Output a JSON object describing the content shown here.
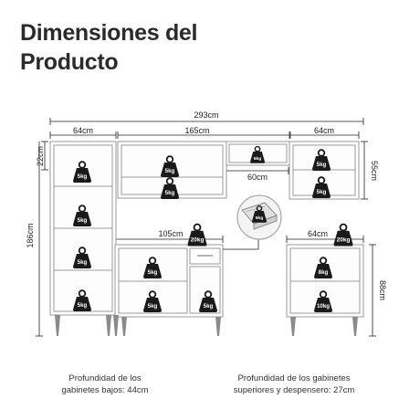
{
  "title": {
    "line1": "Dimensiones del",
    "line2": "Producto"
  },
  "dimensions": {
    "total_width": "293cm",
    "tall_width": "64cm",
    "upper_width": "165cm",
    "right_upper_width": "64cm",
    "upper_height": "22cm",
    "tall_height": "186cm",
    "right_upper_height": "55cm",
    "microwave_width": "60cm",
    "lower_width": "105cm",
    "right_lower_width": "64cm",
    "right_lower_height": "88cm"
  },
  "weights": {
    "tall_1": "5kg",
    "tall_2": "5kg",
    "tall_3": "5kg",
    "tall_4": "5kg",
    "upper_1": "5kg",
    "upper_2": "5kg",
    "upper_3": "5kg",
    "right_upper_1": "5kg",
    "right_upper_2": "5kg",
    "lower_top": "20kg",
    "lower_1": "5kg",
    "lower_2": "5kg",
    "lower_3": "5kg",
    "right_lower_top": "20kg",
    "right_lower_1": "8kg",
    "right_lower_2": "10kg",
    "detail": "5kg"
  },
  "notes": {
    "left_line1": "Profundidad de los",
    "left_line2": "gabinetes bajos: 44cm",
    "right_line1": "Profundidad de los gabinetes",
    "right_line2": "superiores y despensero: 27cm"
  },
  "colors": {
    "cabinet_stroke": "#9a9a9a",
    "weight_icon": "#1a1a1a",
    "legs": "#8a8a8a"
  }
}
